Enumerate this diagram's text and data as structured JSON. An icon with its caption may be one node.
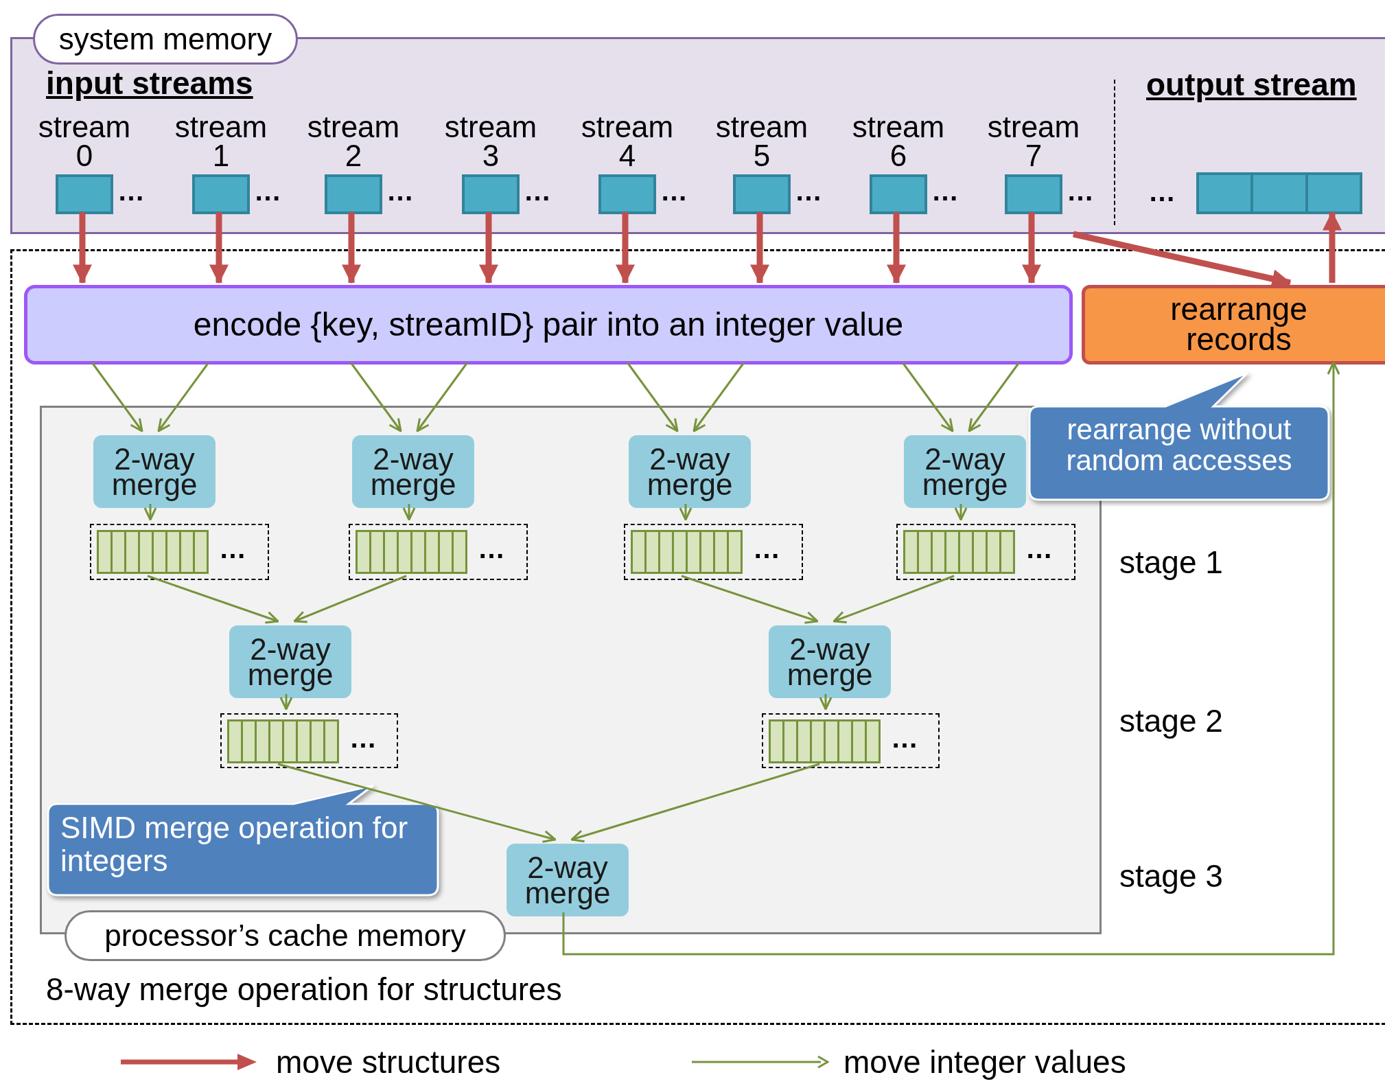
{
  "diagram": {
    "nodes": [
      {
        "text": [
          "system memory"
        ]
      },
      {
        "text": [
          "stream 0"
        ],
        "in": 0,
        "beside": [
          "…"
        ]
      },
      {
        "text": [
          "stream 1"
        ],
        "in": 0,
        "beside": [
          "…"
        ]
      },
      {
        "text": [
          "stream 2"
        ],
        "in": 0,
        "beside": [
          "…"
        ]
      },
      {
        "text": [
          "stream 3"
        ],
        "in": 0,
        "beside": [
          "…"
        ]
      },
      {
        "text": [
          "stream 4"
        ],
        "in": 0,
        "beside": [
          "…"
        ]
      },
      {
        "text": [
          "stream 5"
        ],
        "in": 0,
        "beside": [
          "…"
        ]
      },
      {
        "text": [
          "stream 6"
        ],
        "in": 0,
        "beside": [
          "…"
        ]
      },
      {
        "text": [
          "stream 7"
        ],
        "in": 0,
        "beside": [
          "…"
        ]
      },
      {
        "text": [],
        "shape": "bar",
        "in": 0,
        "beside": [
          "…"
        ]
      },
      {
        "text": [
          "8-way merge operation for structures"
        ]
      },
      {
        "text": [
          "encode {key, streamID} pair into an integer value"
        ],
        "in": 10
      },
      {
        "text": [
          "rearrange records"
        ],
        "in": 10
      },
      {
        "text": [
          "processor’s cache memory"
        ],
        "in": 10
      },
      {
        "text": [
          "2-way merge"
        ],
        "in": 13
      },
      {
        "text": [
          "2-way merge"
        ],
        "in": 13
      },
      {
        "text": [
          "2-way merge"
        ],
        "in": 13
      },
      {
        "text": [
          "2-way merge"
        ],
        "in": 13
      },
      {
        "text": [
          "…"
        ],
        "in": 13
      },
      {
        "text": [
          "…"
        ],
        "in": 13
      },
      {
        "text": [
          "…"
        ],
        "in": 13
      },
      {
        "text": [
          "…"
        ],
        "in": 13
      },
      {
        "text": [
          "2-way merge"
        ],
        "in": 13
      },
      {
        "text": [
          "2-way merge"
        ],
        "in": 13
      },
      {
        "text": [
          "…"
        ],
        "in": 13
      },
      {
        "text": [
          "…"
        ],
        "in": 13
      },
      {
        "text": [
          "2-way merge"
        ],
        "in": 13
      },
      {
        "text": [
          "rearrange without random accesses"
        ],
        "in": 10
      },
      {
        "text": [
          "SIMD merge operation for integers"
        ],
        "in": 13
      }
    ],
    "edges": [
      {
        "from": 1,
        "to": 11,
        "arrow": "to",
        "style": "thick",
        "color": "#c0504d"
      },
      {
        "from": 2,
        "to": 11,
        "arrow": "to",
        "style": "thick",
        "color": "#c0504d"
      },
      {
        "from": 3,
        "to": 11,
        "arrow": "to",
        "style": "thick",
        "color": "#c0504d"
      },
      {
        "from": 4,
        "to": 11,
        "arrow": "to",
        "style": "thick",
        "color": "#c0504d"
      },
      {
        "from": 5,
        "to": 11,
        "arrow": "to",
        "style": "thick",
        "color": "#c0504d"
      },
      {
        "from": 6,
        "to": 11,
        "arrow": "to",
        "style": "thick",
        "color": "#c0504d"
      },
      {
        "from": 7,
        "to": 11,
        "arrow": "to",
        "style": "thick",
        "color": "#c0504d"
      },
      {
        "from": 8,
        "to": 11,
        "arrow": "to",
        "style": "thick",
        "color": "#c0504d"
      },
      {
        "from": 11,
        "to": 14,
        "arrow": "to"
      },
      {
        "from": 11,
        "to": 14,
        "arrow": "to"
      },
      {
        "from": 11,
        "to": 15,
        "arrow": "to"
      },
      {
        "from": 11,
        "to": 15,
        "arrow": "to"
      },
      {
        "from": 11,
        "to": 16,
        "arrow": "to"
      },
      {
        "from": 11,
        "to": 16,
        "arrow": "to"
      },
      {
        "from": 11,
        "to": 17,
        "arrow": "to"
      },
      {
        "from": 11,
        "to": 17,
        "arrow": "to"
      },
      {
        "from": 14,
        "to": 18,
        "arrow": "to"
      },
      {
        "from": 15,
        "to": 19,
        "arrow": "to"
      },
      {
        "from": 16,
        "to": 20,
        "arrow": "to"
      },
      {
        "from": 17,
        "to": 21,
        "arrow": "to"
      },
      {
        "from": 18,
        "to": 22,
        "arrow": "to"
      },
      {
        "from": 19,
        "to": 22,
        "arrow": "to"
      },
      {
        "from": 20,
        "to": 23,
        "arrow": "to"
      },
      {
        "from": 21,
        "to": 23,
        "arrow": "to"
      },
      {
        "from": 22,
        "to": 24,
        "arrow": "to"
      },
      {
        "from": 23,
        "to": 25,
        "arrow": "to"
      },
      {
        "from": 24,
        "to": 26,
        "arrow": "to"
      },
      {
        "from": 25,
        "to": 26,
        "arrow": "to"
      },
      {
        "from": 26,
        "to": 12,
        "arrow": "to"
      },
      {
        "from": 0,
        "to": 12,
        "arrow": "to",
        "style": "thick",
        "color": "#c0504d"
      },
      {
        "from": 12,
        "to": 9,
        "arrow": "to",
        "style": "thick",
        "color": "#c0504d"
      }
    ],
    "labels": [
      "input streams",
      "output stream",
      "stage 1",
      "stage 2",
      "stage 3"
    ],
    "legend": [
      {
        "text": "move structures"
      },
      {
        "text": "move integer values"
      }
    ]
  }
}
